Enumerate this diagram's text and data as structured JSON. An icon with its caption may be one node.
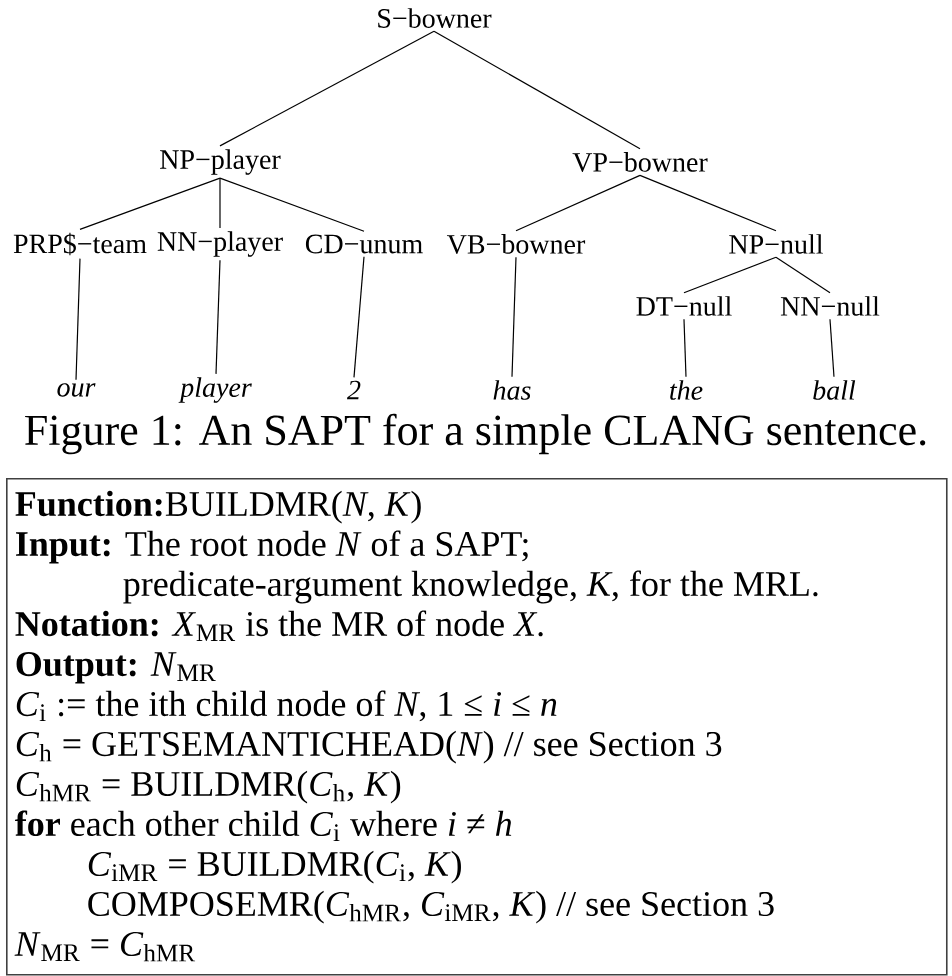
{
  "diagram": {
    "caption": "Figure 1: An SAPT for a simple CLANG sentence.",
    "nodes": [
      {
        "text": [
          "S−bowner"
        ]
      },
      {
        "text": [
          "NP−player"
        ]
      },
      {
        "text": [
          "VP−bowner"
        ]
      },
      {
        "text": [
          "PRP$−team"
        ]
      },
      {
        "text": [
          "NN−player"
        ]
      },
      {
        "text": [
          "CD−unum"
        ]
      },
      {
        "text": [
          "VB−bowner"
        ]
      },
      {
        "text": [
          "NP−null"
        ]
      },
      {
        "text": [
          "DT−null"
        ]
      },
      {
        "text": [
          "NN−null"
        ]
      },
      {
        "text": [
          "our"
        ]
      },
      {
        "text": [
          "player"
        ]
      },
      {
        "text": [
          "2"
        ]
      },
      {
        "text": [
          "has"
        ]
      },
      {
        "text": [
          "the"
        ]
      },
      {
        "text": [
          "ball"
        ]
      },
      {
        "text": [
          "**Function:**BUILDMR(*N*, *K*)",
          "**Input:** The root node *N* of a SAPT;",
          "predicate-argument knowledge, *K*, for the MRL.",
          "**Notation:** *X*$_{MR}$ is the MR of node *X*.",
          "**Output:** *N*$_{MR}$",
          "*C*$_{i}$ := the ith child node of *N*, 1 ≤ *i* ≤ *n*",
          "*C*$_{h}$ = GETSEMANTICHEAD(*N*) // see Section 3",
          "*C*$_{hMR}$ = BUILDMR(*C*$_{h}$, *K*)",
          "**for** each other child *C*$_{i}$ where *i* ≠ *h*",
          "*C*$_{iMR}$ = BUILDMR(*C*$_{i}$, *K*)",
          "COMPOSEMR(*C*$_{hMR}$, *C*$_{iMR}$, *K*) // see Section 3",
          "*N*$_{MR}$ = *C*$_{hMR}$"
        ]
      }
    ],
    "edges": [
      {
        "from": 0,
        "to": 1,
        "arrow": "none"
      },
      {
        "from": 0,
        "to": 2,
        "arrow": "none"
      },
      {
        "from": 1,
        "to": 3,
        "arrow": "none"
      },
      {
        "from": 1,
        "to": 4,
        "arrow": "none"
      },
      {
        "from": 1,
        "to": 5,
        "arrow": "none"
      },
      {
        "from": 2,
        "to": 6,
        "arrow": "none"
      },
      {
        "from": 2,
        "to": 7,
        "arrow": "none"
      },
      {
        "from": 7,
        "to": 8,
        "arrow": "none"
      },
      {
        "from": 7,
        "to": 9,
        "arrow": "none"
      },
      {
        "from": 3,
        "to": 10,
        "arrow": "none"
      },
      {
        "from": 4,
        "to": 11,
        "arrow": "none"
      },
      {
        "from": 5,
        "to": 12,
        "arrow": "none"
      },
      {
        "from": 6,
        "to": 13,
        "arrow": "none"
      },
      {
        "from": 8,
        "to": 14,
        "arrow": "none"
      },
      {
        "from": 9,
        "to": 15,
        "arrow": "none"
      }
    ]
  }
}
